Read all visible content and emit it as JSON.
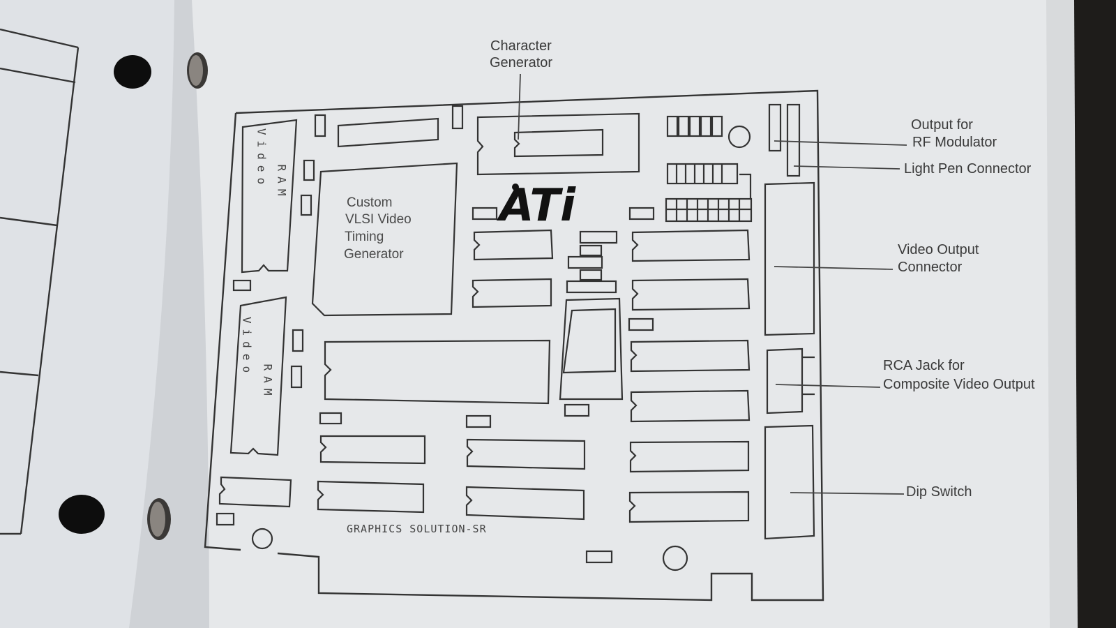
{
  "diagram": {
    "callouts": {
      "character_generator": {
        "line1": "Character",
        "line2": "Generator"
      },
      "rf_output": {
        "line1": "Output for",
        "line2": "RF Modulator"
      },
      "light_pen": {
        "line1": "Light Pen Connector"
      },
      "video_output": {
        "line1": "Video Output",
        "line2": "Connector"
      },
      "rca_jack": {
        "line1": "RCA Jack for",
        "line2": "Composite Video Output"
      },
      "dip_switch": {
        "line1": "Dip Switch"
      }
    },
    "vlsi_chip": {
      "line1": "Custom",
      "line2": "VLSI Video",
      "line3": "Timing",
      "line4": "Generator"
    },
    "video_ram_top": {
      "left_column": "Video",
      "right_column": "RAM"
    },
    "video_ram_bottom": {
      "left_column": "Video",
      "right_column": "RAM"
    },
    "logo_text": "ATi",
    "board_silkscreen": "GRAPHICS SOLUTION-SR"
  }
}
